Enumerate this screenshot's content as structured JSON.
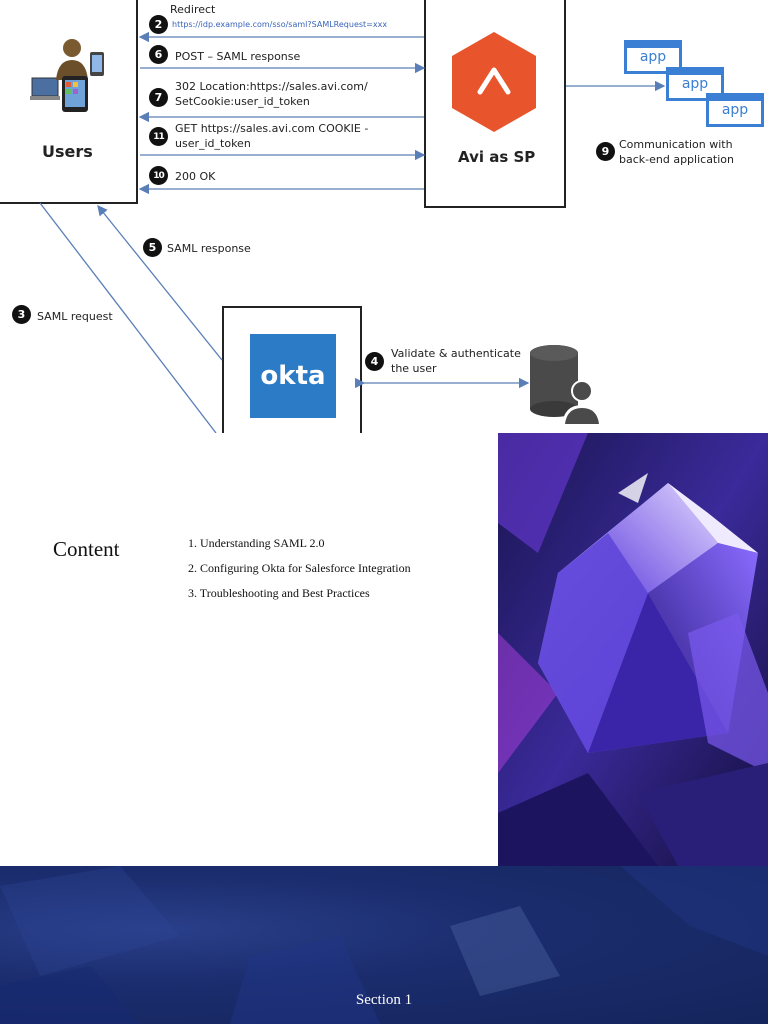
{
  "diagram": {
    "users_label": "Users",
    "sp_label": "Avi as SP",
    "okta_logo_text": "okta",
    "steps": {
      "s2": {
        "num": "2",
        "text": "Redirect",
        "url": "https://idp.example.com/sso/saml?SAMLRequest=xxx"
      },
      "s6": {
        "num": "6",
        "text": "POST – SAML response"
      },
      "s7": {
        "num": "7",
        "line1": "302 Location:https://sales.avi.com/",
        "line2": "SetCookie:user_id_token"
      },
      "s11": {
        "num": "11",
        "line1": "GET https://sales.avi.com COOKIE -",
        "line2": "user_id_token"
      },
      "s10": {
        "num": "10",
        "text": "200 OK"
      },
      "s9": {
        "num": "9",
        "line1": "Communication with",
        "line2": "back-end application"
      },
      "s5": {
        "num": "5",
        "text": "SAML response"
      },
      "s3": {
        "num": "3",
        "text": "SAML request"
      },
      "s4": {
        "num": "4",
        "line1": "Validate & authenticate",
        "line2": "the user"
      }
    },
    "apps": [
      "app",
      "app",
      "app"
    ],
    "colors": {
      "avi_red": "#e8542b",
      "okta_blue": "#2b7bc7",
      "arrow_blue": "#5a7fb8",
      "app_blue": "#3a7fd4"
    },
    "icons": [
      "users-devices-icon",
      "avi-logo-icon",
      "okta-logo-icon",
      "database-user-icon",
      "app-window-icon"
    ]
  },
  "content": {
    "heading": "Content",
    "items": [
      "1. Understanding SAML 2.0",
      "2. Configuring Okta for Salesforce Integration",
      "3. Troubleshooting and Best Practices"
    ]
  },
  "banner": {
    "title": "Section 1"
  }
}
